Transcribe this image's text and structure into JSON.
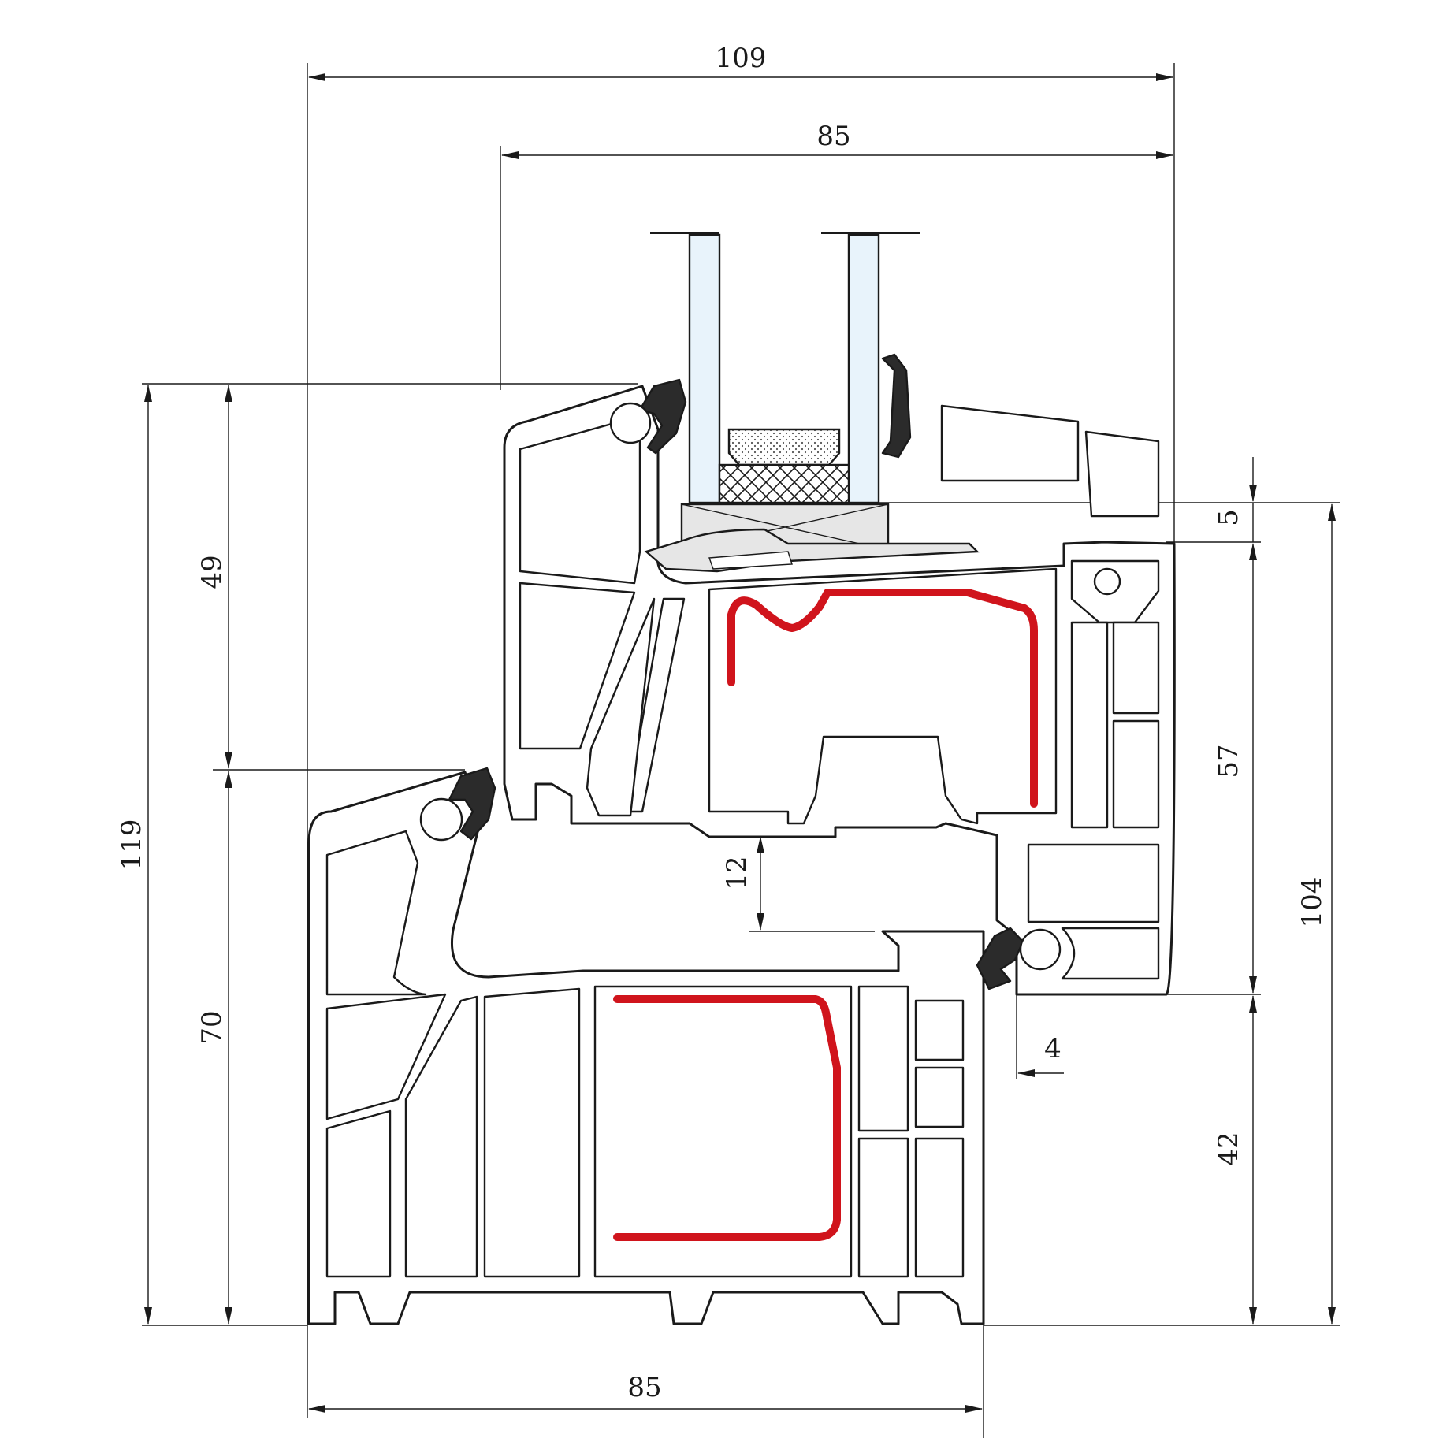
{
  "diagram": {
    "dimensions": {
      "overall_width_top": "109",
      "sash_width_top": "85",
      "frame_width_bottom": "85",
      "overall_height": "119",
      "sash_height_left": "49",
      "frame_height_left": "70",
      "sash_height_right": "104",
      "glazing_rebate": "5",
      "sash_profile_height": "57",
      "frame_profile_height": "42",
      "sash_gap": "12",
      "overlap_gap": "4"
    },
    "colors": {
      "line": "#1a1a1a",
      "steel_reinforcement": "#d0141c",
      "glass": "#e8f3fb",
      "glazing_bead": "#e6e6e6",
      "gasket": "#2b2b2b"
    }
  }
}
